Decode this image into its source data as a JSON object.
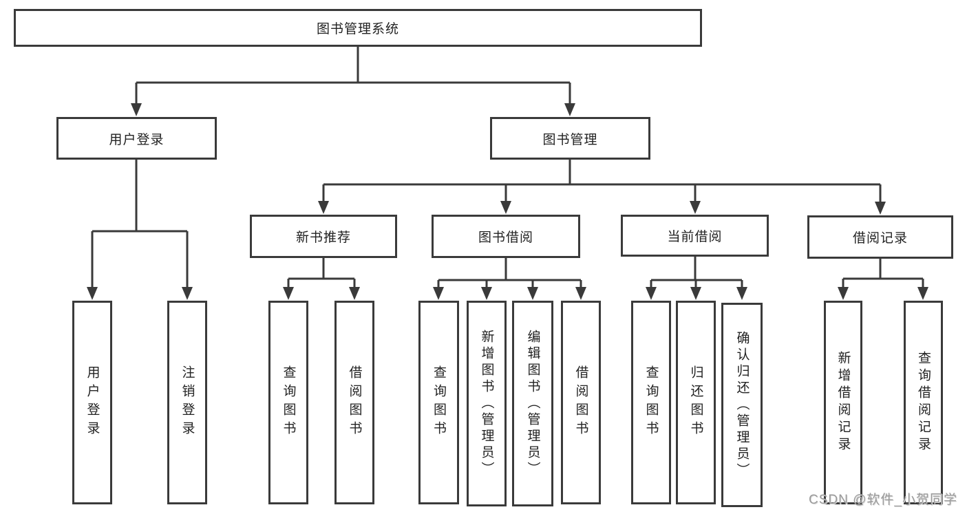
{
  "diagram": {
    "root_label": "图书管理系统",
    "branches": [
      {
        "label": "用户登录",
        "children": [
          "用户登录",
          "注销登录"
        ]
      },
      {
        "label": "图书管理",
        "children": [
          {
            "label": "新书推荐",
            "children": [
              "查询图书",
              "借阅图书"
            ]
          },
          {
            "label": "图书借阅",
            "children": [
              "查询图书",
              "新增图书（管理员）",
              "编辑图书（管理员）",
              "借阅图书"
            ]
          },
          {
            "label": "当前借阅",
            "children": [
              "查询图书",
              "归还图书",
              "确认归还（管理员）"
            ]
          },
          {
            "label": "借阅记录",
            "children": [
              "新增借阅记录",
              "查询借阅记录"
            ]
          }
        ]
      }
    ]
  },
  "watermark": "CSDN @软件_小贺同学",
  "colors": {
    "line": "#3a3a3a",
    "box_border": "#3a3a3a",
    "text": "#222222",
    "watermark": "#9b9b9b",
    "background": "#ffffff"
  }
}
